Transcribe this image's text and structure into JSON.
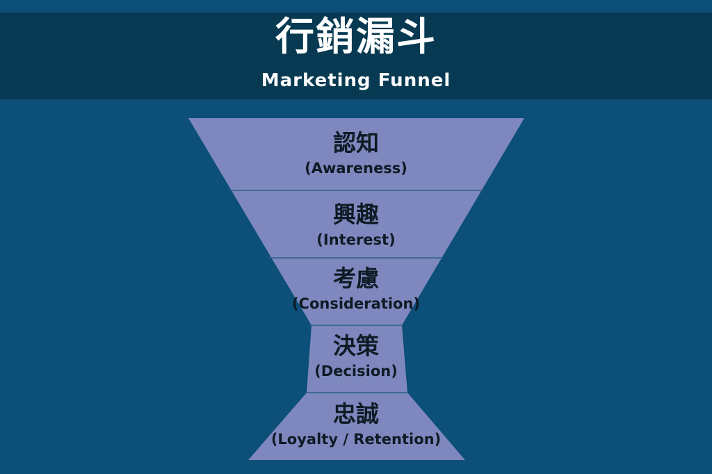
{
  "header": {
    "title_zh": "行銷漏斗",
    "title_en": "Marketing Funnel"
  },
  "colors": {
    "background": "#0c4f78",
    "header_band": "#073a52",
    "funnel_fill": "#7f88be",
    "divider": "#2c5f86",
    "text_dark": "#0e1a24"
  },
  "stages": [
    {
      "zh": "認知",
      "en": "(Awareness)"
    },
    {
      "zh": "興趣",
      "en": "(Interest)"
    },
    {
      "zh": "考慮",
      "en": "(Consideration)"
    },
    {
      "zh": "決策",
      "en": "(Decision)"
    },
    {
      "zh": "忠誠",
      "en": "(Loyalty / Retention)"
    }
  ]
}
